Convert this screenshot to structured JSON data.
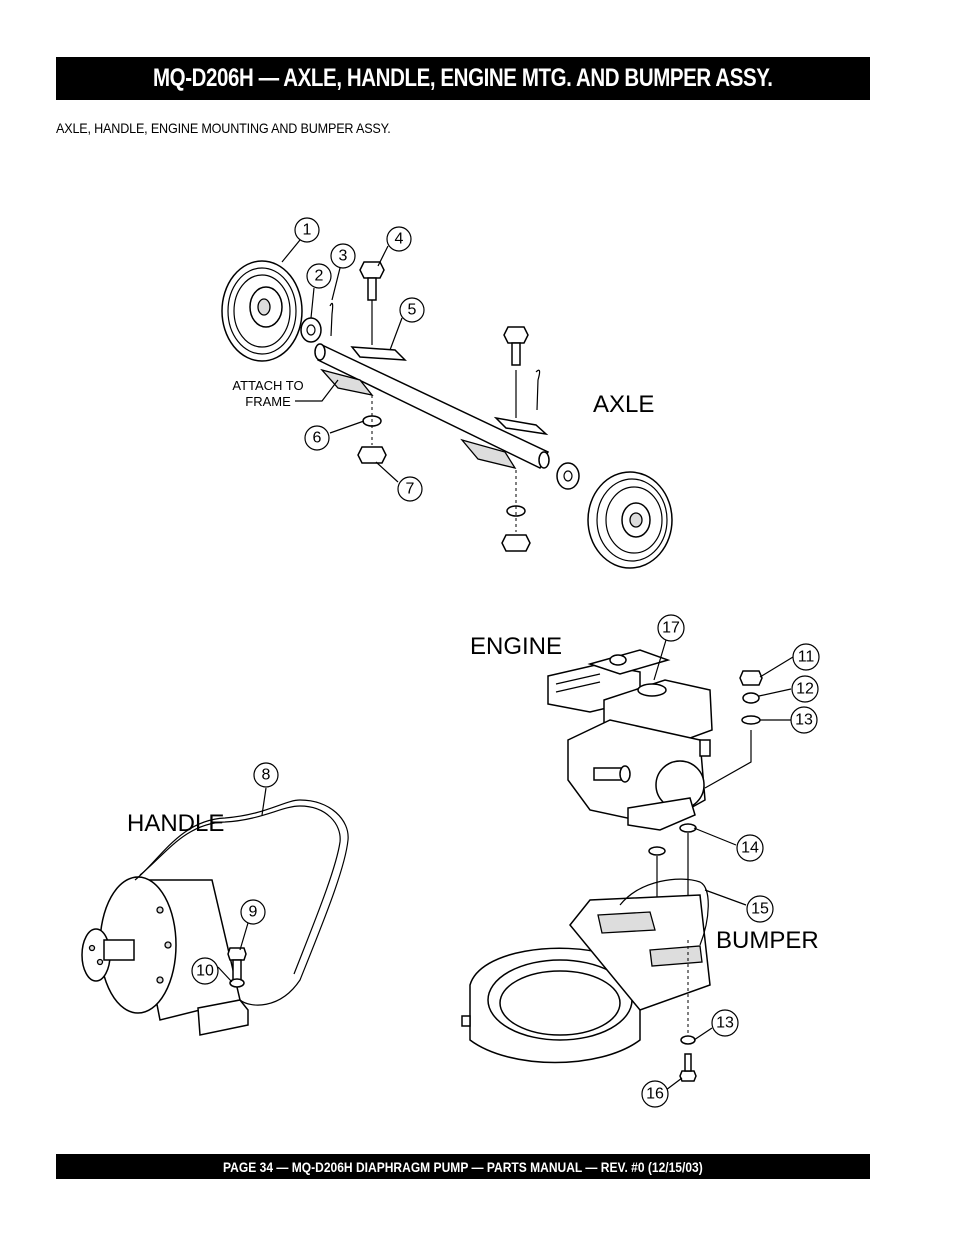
{
  "header": {
    "title": "MQ-D206H —  AXLE, HANDLE, ENGINE MTG. AND BUMPER ASSY."
  },
  "subtitle": "AXLE, HANDLE, ENGINE MOUNTING AND BUMPER  ASSY.",
  "labels": {
    "axle": "AXLE",
    "engine": "ENGINE",
    "handle": "HANDLE",
    "bumper": "BUMPER",
    "attach_line1": "ATTACH TO",
    "attach_line2": "FRAME"
  },
  "callouts": {
    "c1": "1",
    "c2": "2",
    "c3": "3",
    "c4": "4",
    "c5": "5",
    "c6": "6",
    "c7": "7",
    "c8": "8",
    "c9": "9",
    "c10": "10",
    "c11": "11",
    "c12": "12",
    "c13a": "13",
    "c14": "14",
    "c15": "15",
    "c13b": "13",
    "c16": "16",
    "c17": "17"
  },
  "footer": {
    "text": "PAGE 34 — MQ-D206H DIAPHRAGM PUMP — PARTS MANUAL — REV. #0  (12/15/03)"
  }
}
